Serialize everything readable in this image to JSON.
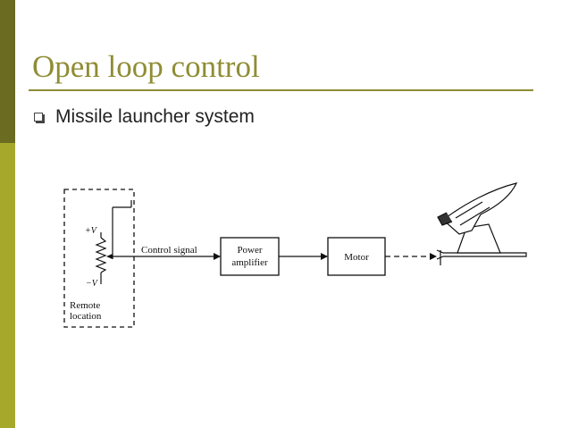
{
  "slide": {
    "title": "Open loop control",
    "bullet": "Missile launcher system"
  },
  "diagram": {
    "plus_v": "+V",
    "minus_v": "−V",
    "remote_location": [
      "Remote",
      "location"
    ],
    "control_signal": "Control signal",
    "power_amplifier": [
      "Power",
      "amplifier"
    ],
    "motor": "Motor"
  },
  "colors": {
    "title": "#8f8d34",
    "sidebar_dark": "#6b6b22",
    "sidebar_light": "#a6a82c"
  }
}
